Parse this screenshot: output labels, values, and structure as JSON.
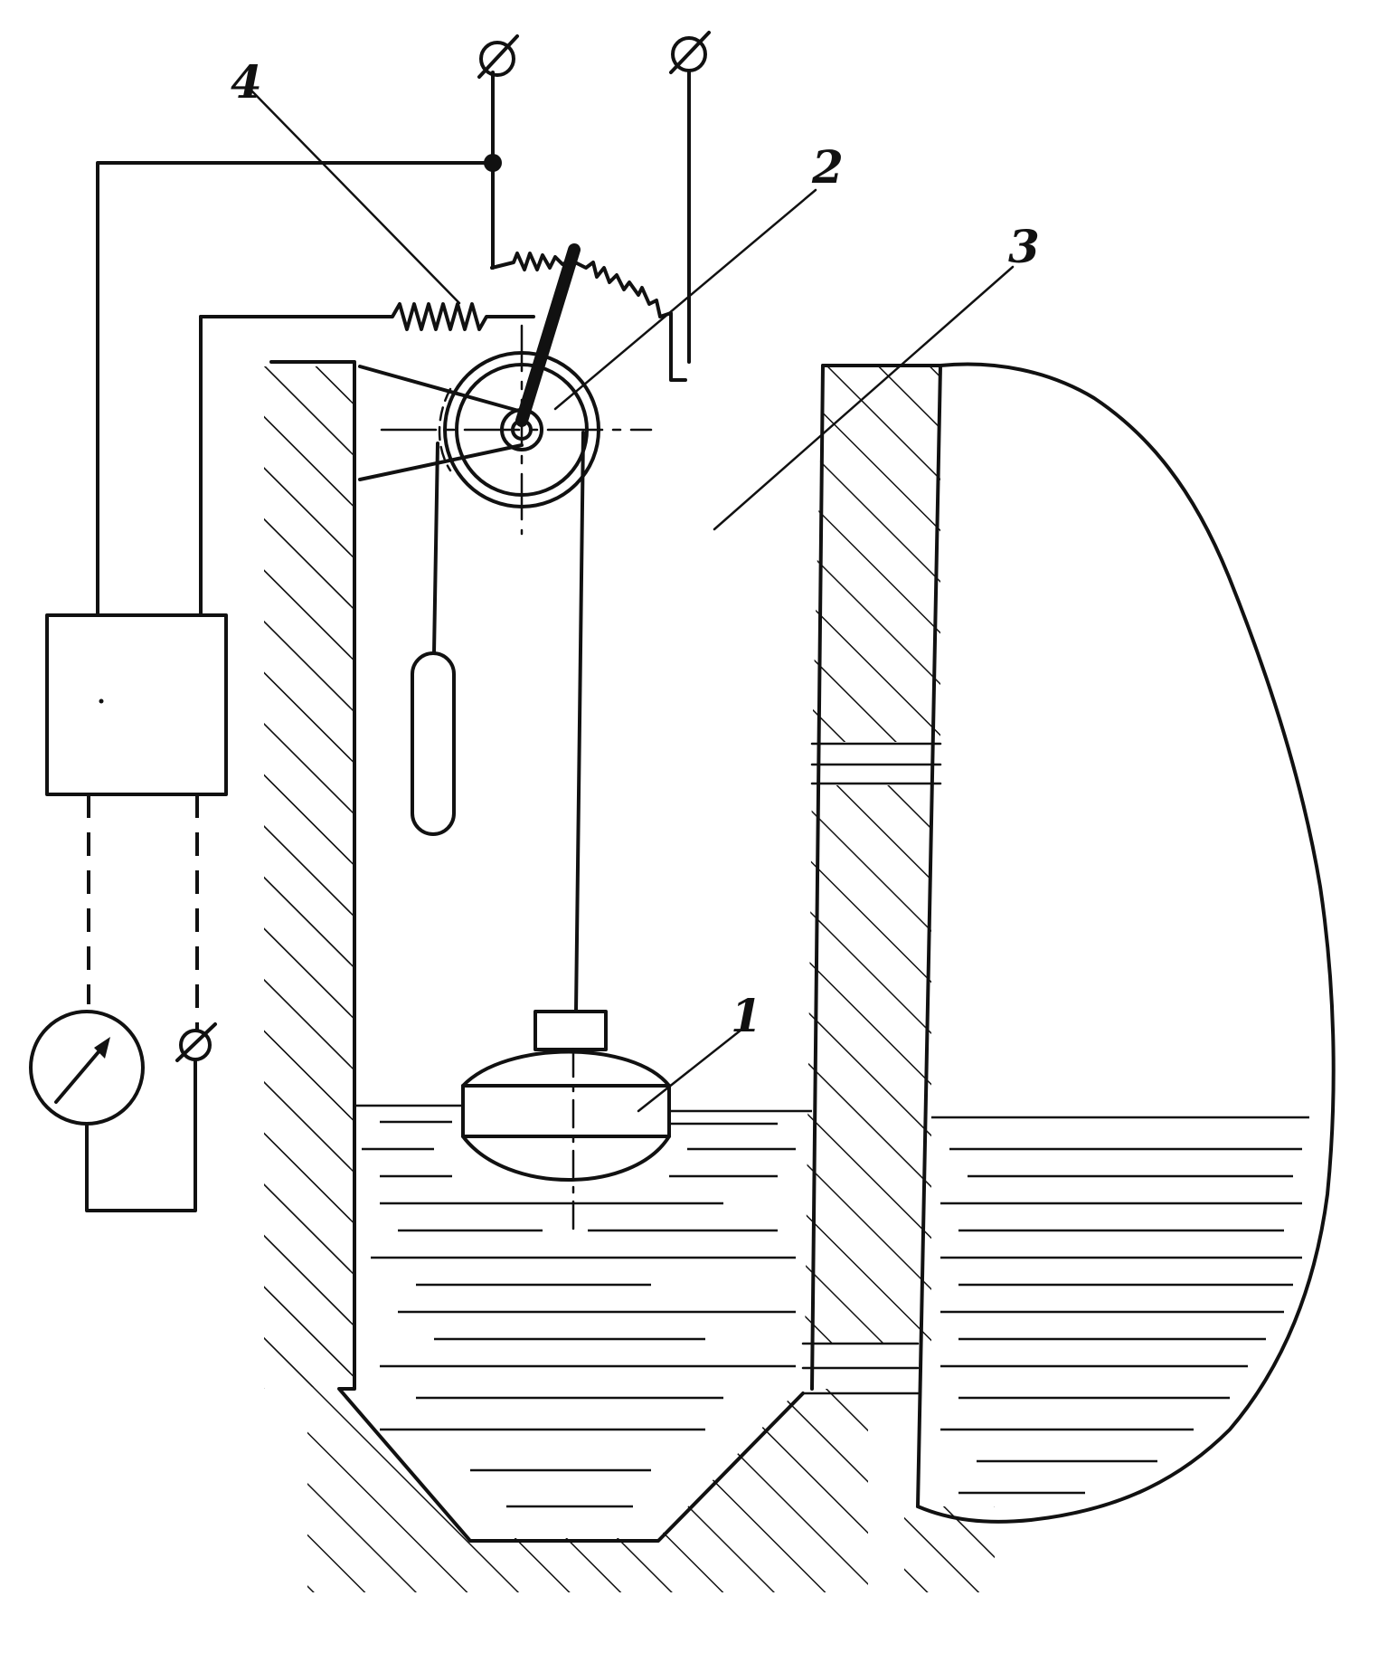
{
  "labels": {
    "float": "1",
    "pulley": "2",
    "chamber": "3",
    "rheostat": "4"
  },
  "colors": {
    "ink": "#111111",
    "paper": "#ffffff"
  }
}
